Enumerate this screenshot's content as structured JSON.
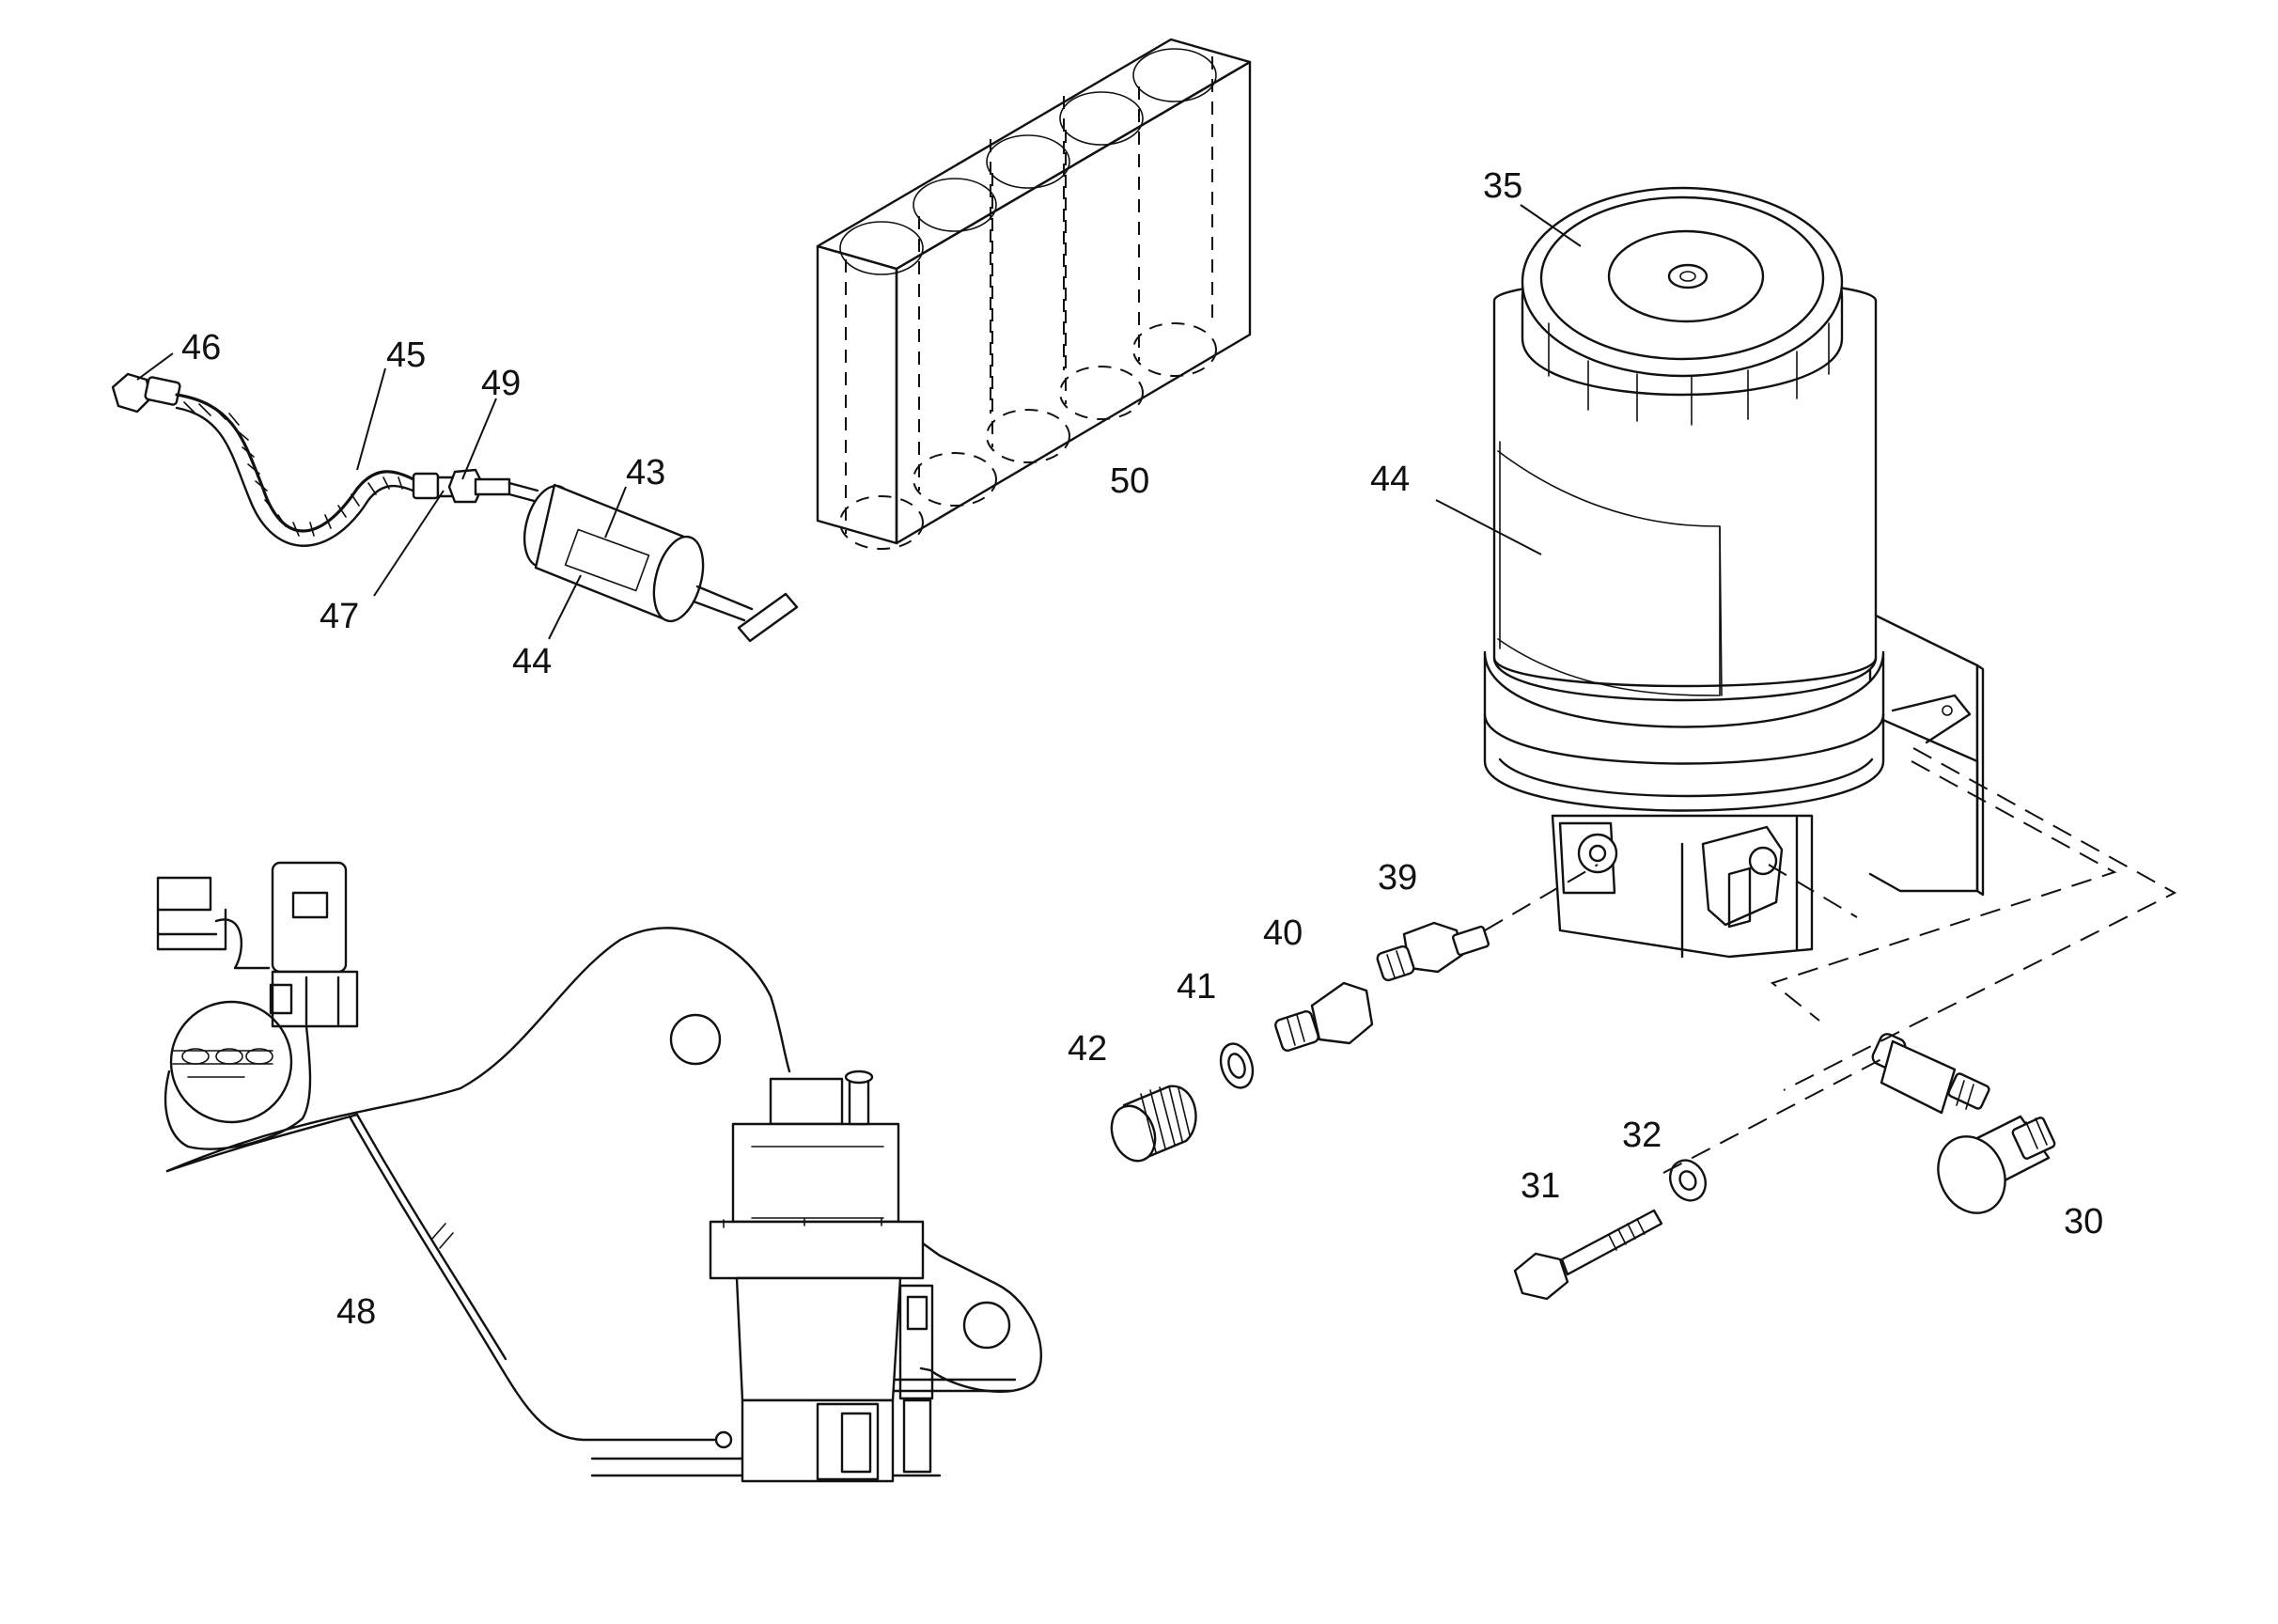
{
  "callouts": {
    "c46": "46",
    "c45": "45",
    "c49": "49",
    "c43": "43",
    "c47": "47",
    "c44_gun": "44",
    "c50": "50",
    "c35": "35",
    "c44_pump": "44",
    "c39": "39",
    "c40": "40",
    "c41": "41",
    "c42": "42",
    "c32": "32",
    "c31": "31",
    "c30": "30",
    "c48": "48"
  }
}
